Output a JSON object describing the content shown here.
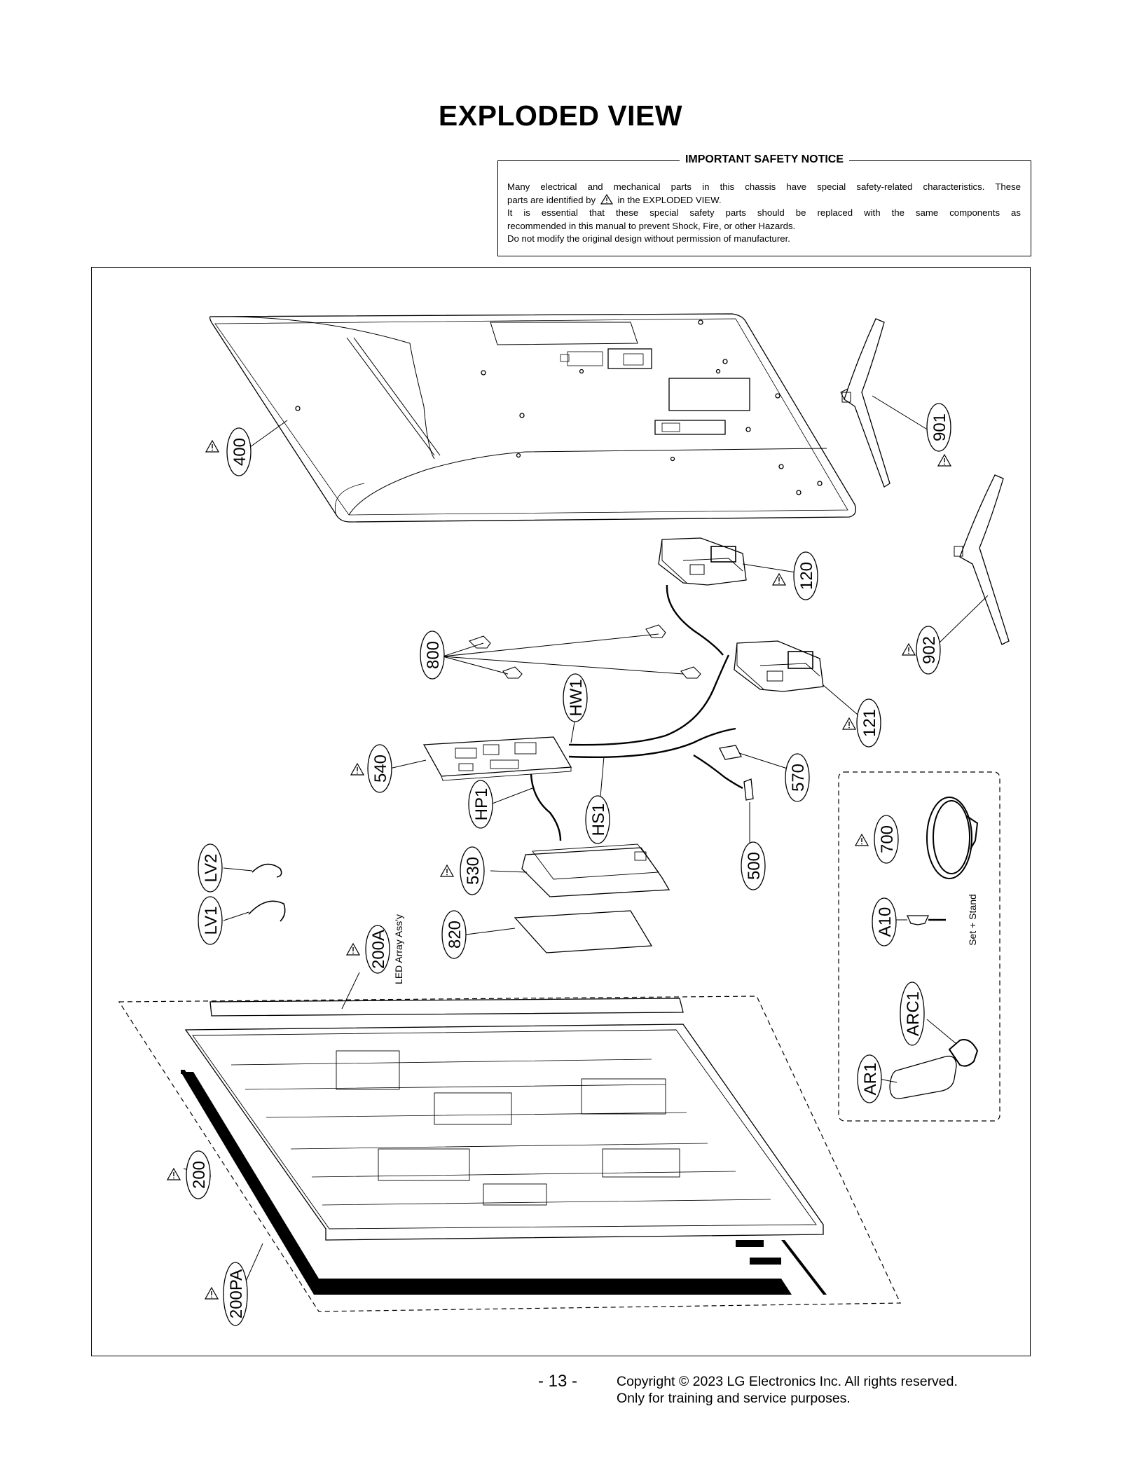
{
  "page": {
    "title": "EXPLODED VIEW",
    "page_number": "- 13 -",
    "copyright_line1": "Copyright © 2023 LG Electronics Inc. All rights reserved.",
    "copyright_line2": "Only for training and service purposes."
  },
  "notice": {
    "title": "IMPORTANT SAFETY NOTICE",
    "line1": "Many electrical and mechanical parts in this chassis have special safety-related characteristics. These",
    "line2_a": "parts are identified by",
    "line2_b": "in the EXPLODED VIEW.",
    "line3": "It is essential that these special safety parts should be replaced with the same components as",
    "line4": "recommended in this manual to prevent Shock, Fire, or other Hazards.",
    "line5": "Do not modify the original design without permission of manufacturer."
  },
  "parts": {
    "p400": "400",
    "p901": "901",
    "p120": "120",
    "p902": "902",
    "p800": "800",
    "p121": "121",
    "pHW1": "HW1",
    "p540": "540",
    "p570": "570",
    "pHP1": "HP1",
    "pHS1": "HS1",
    "p700": "700",
    "p530": "530",
    "p500": "500",
    "pLV2": "LV2",
    "pLV1": "LV1",
    "pA10": "A10",
    "p820": "820",
    "p200A": "200A",
    "pARC1": "ARC1",
    "pAR1": "AR1",
    "p200": "200",
    "p200PA": "200PA"
  },
  "annotations": {
    "led_array": "LED Array Ass'y",
    "set_stand": "Set + Stand"
  },
  "icons": {
    "safety": "warning-triangle-icon"
  }
}
